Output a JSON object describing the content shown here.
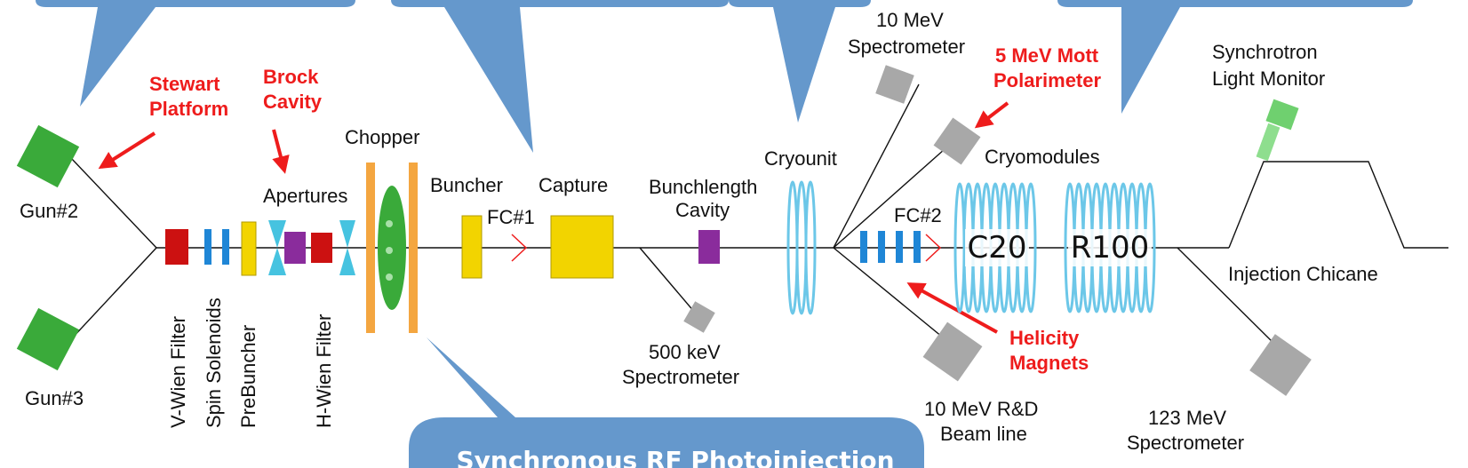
{
  "labels": {
    "gun2": "Gun#2",
    "gun3": "Gun#3",
    "stewart_1": "Stewart",
    "stewart_2": "Platform",
    "brock_1": "Brock",
    "brock_2": "Cavity",
    "apertures": "Apertures",
    "chopper": "Chopper",
    "buncher": "Buncher",
    "fc1": "FC#1",
    "capture": "Capture",
    "bunchlength_1": "Bunchlength",
    "bunchlength_2": "Cavity",
    "cryounit": "Cryounit",
    "spec10_1": "10 MeV",
    "spec10_2": "Spectrometer",
    "mott_1": "5 MeV Mott",
    "mott_2": "Polarimeter",
    "cryomodules": "Cryomodules",
    "fc2": "FC#2",
    "c20": "C20",
    "r100": "R100",
    "slm_1": "Synchrotron",
    "slm_2": "Light Monitor",
    "chicane": "Injection Chicane",
    "vwien": "V-Wien Filter",
    "spin": "Spin Solenoids",
    "prebuncher": "PreBuncher",
    "hwien": "H-Wien Filter",
    "spec500_1": "500 keV",
    "spec500_2": "Spectrometer",
    "helicity_1": "Helicity",
    "helicity_2": "Magnets",
    "rd_1": "10 MeV R&D",
    "rd_2": "Beam line",
    "spec123_1": "123 MeV",
    "spec123_2": "Spectrometer",
    "callout_bottom": "Synchronous RF Photoinjection"
  },
  "colors": {
    "callout": "#6598cc",
    "gun": "#3aaa3a",
    "red_element": "#cc1111",
    "blue_element": "#1f86d6",
    "yellow_element": "#f2d400",
    "purple_element": "#8a2c9c",
    "cyan_element": "#46c3e0",
    "orange_element": "#f4a640",
    "gray_box": "#a8a8a8",
    "annotation_red": "#ee1c1c",
    "cavity_cyan": "#6cc7e8"
  }
}
